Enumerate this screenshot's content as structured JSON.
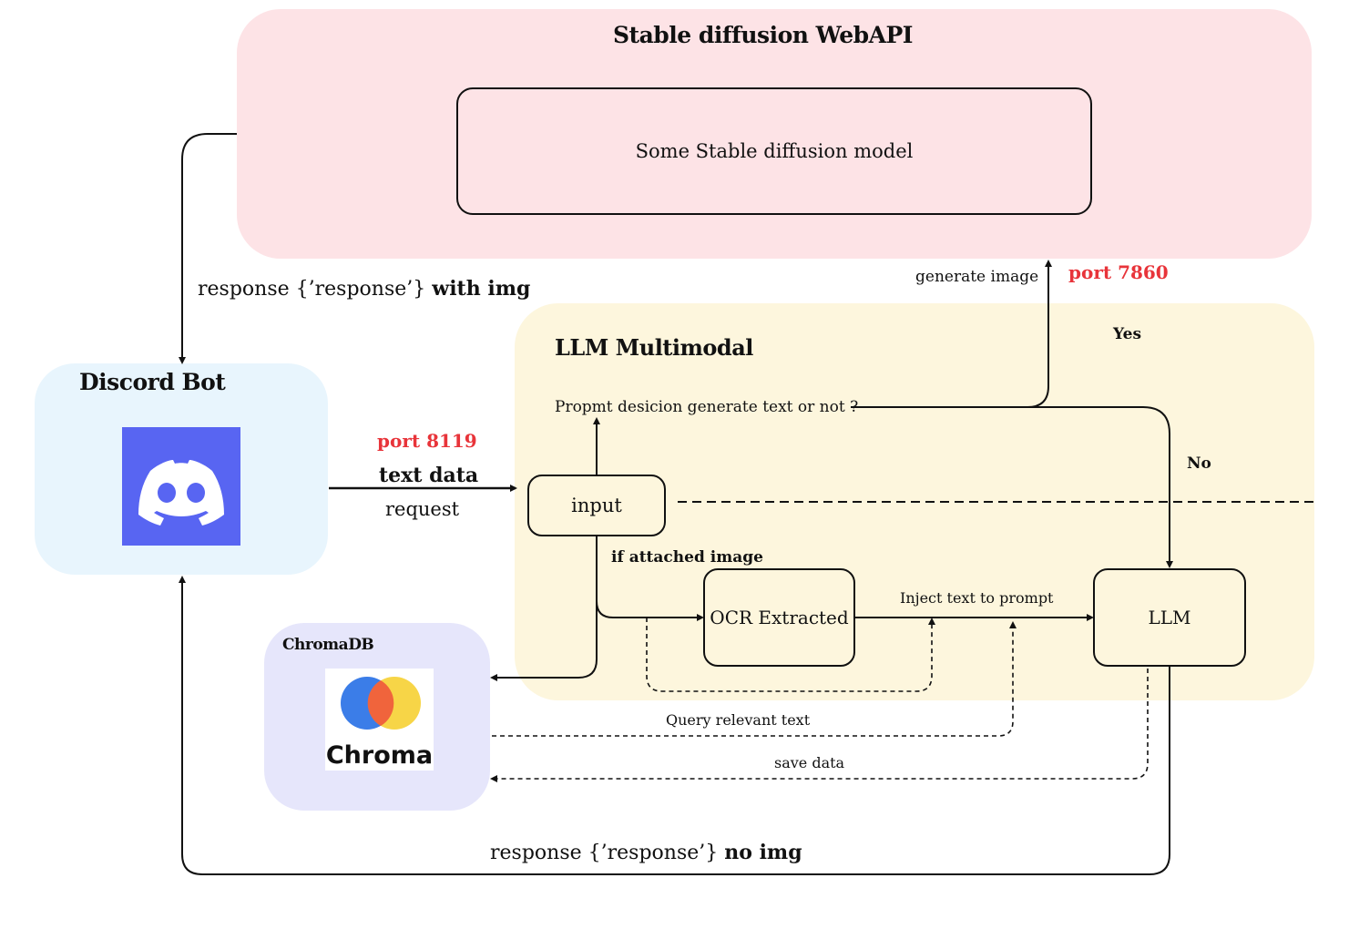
{
  "stable_diffusion": {
    "title": "Stable diffusion WebAPI",
    "model_label": "Some Stable diffusion model"
  },
  "discord": {
    "title": "Discord Bot",
    "logo_icon": "discord-logo-icon",
    "logo_color": "#5865f2"
  },
  "llm_multimodal": {
    "title": "LLM Multimodal",
    "decision_label": "Propmt desicion generate text or not ?",
    "yes_label": "Yes",
    "no_label": "No",
    "input_label": "input",
    "attached_image_label": "if attached image",
    "ocr_label": "OCR Extracted",
    "inject_label": "Inject text to prompt",
    "llm_label": "LLM"
  },
  "chromadb": {
    "title": "ChromaDB",
    "logo_text": "Chroma",
    "logo_icon": "chroma-logo-icon"
  },
  "edges": {
    "response_with_img_prefix": "response  {’response’}",
    "response_with_img_suffix": "with img",
    "generate_image": "generate image",
    "port_7860": "port 7860",
    "port_8119": "port 8119",
    "text_data": "text data",
    "request": "request",
    "query_relevant": "Query relevant text",
    "save_data": "save data",
    "response_no_img_prefix": "response  {’response’}",
    "response_no_img_suffix": "no img"
  },
  "colors": {
    "sd_panel": "#fde3e6",
    "llm_panel": "#fdf6dd",
    "discord_panel": "#e8f5fd",
    "chroma_panel": "#e6e6fb",
    "port_red": "#e8343a"
  }
}
